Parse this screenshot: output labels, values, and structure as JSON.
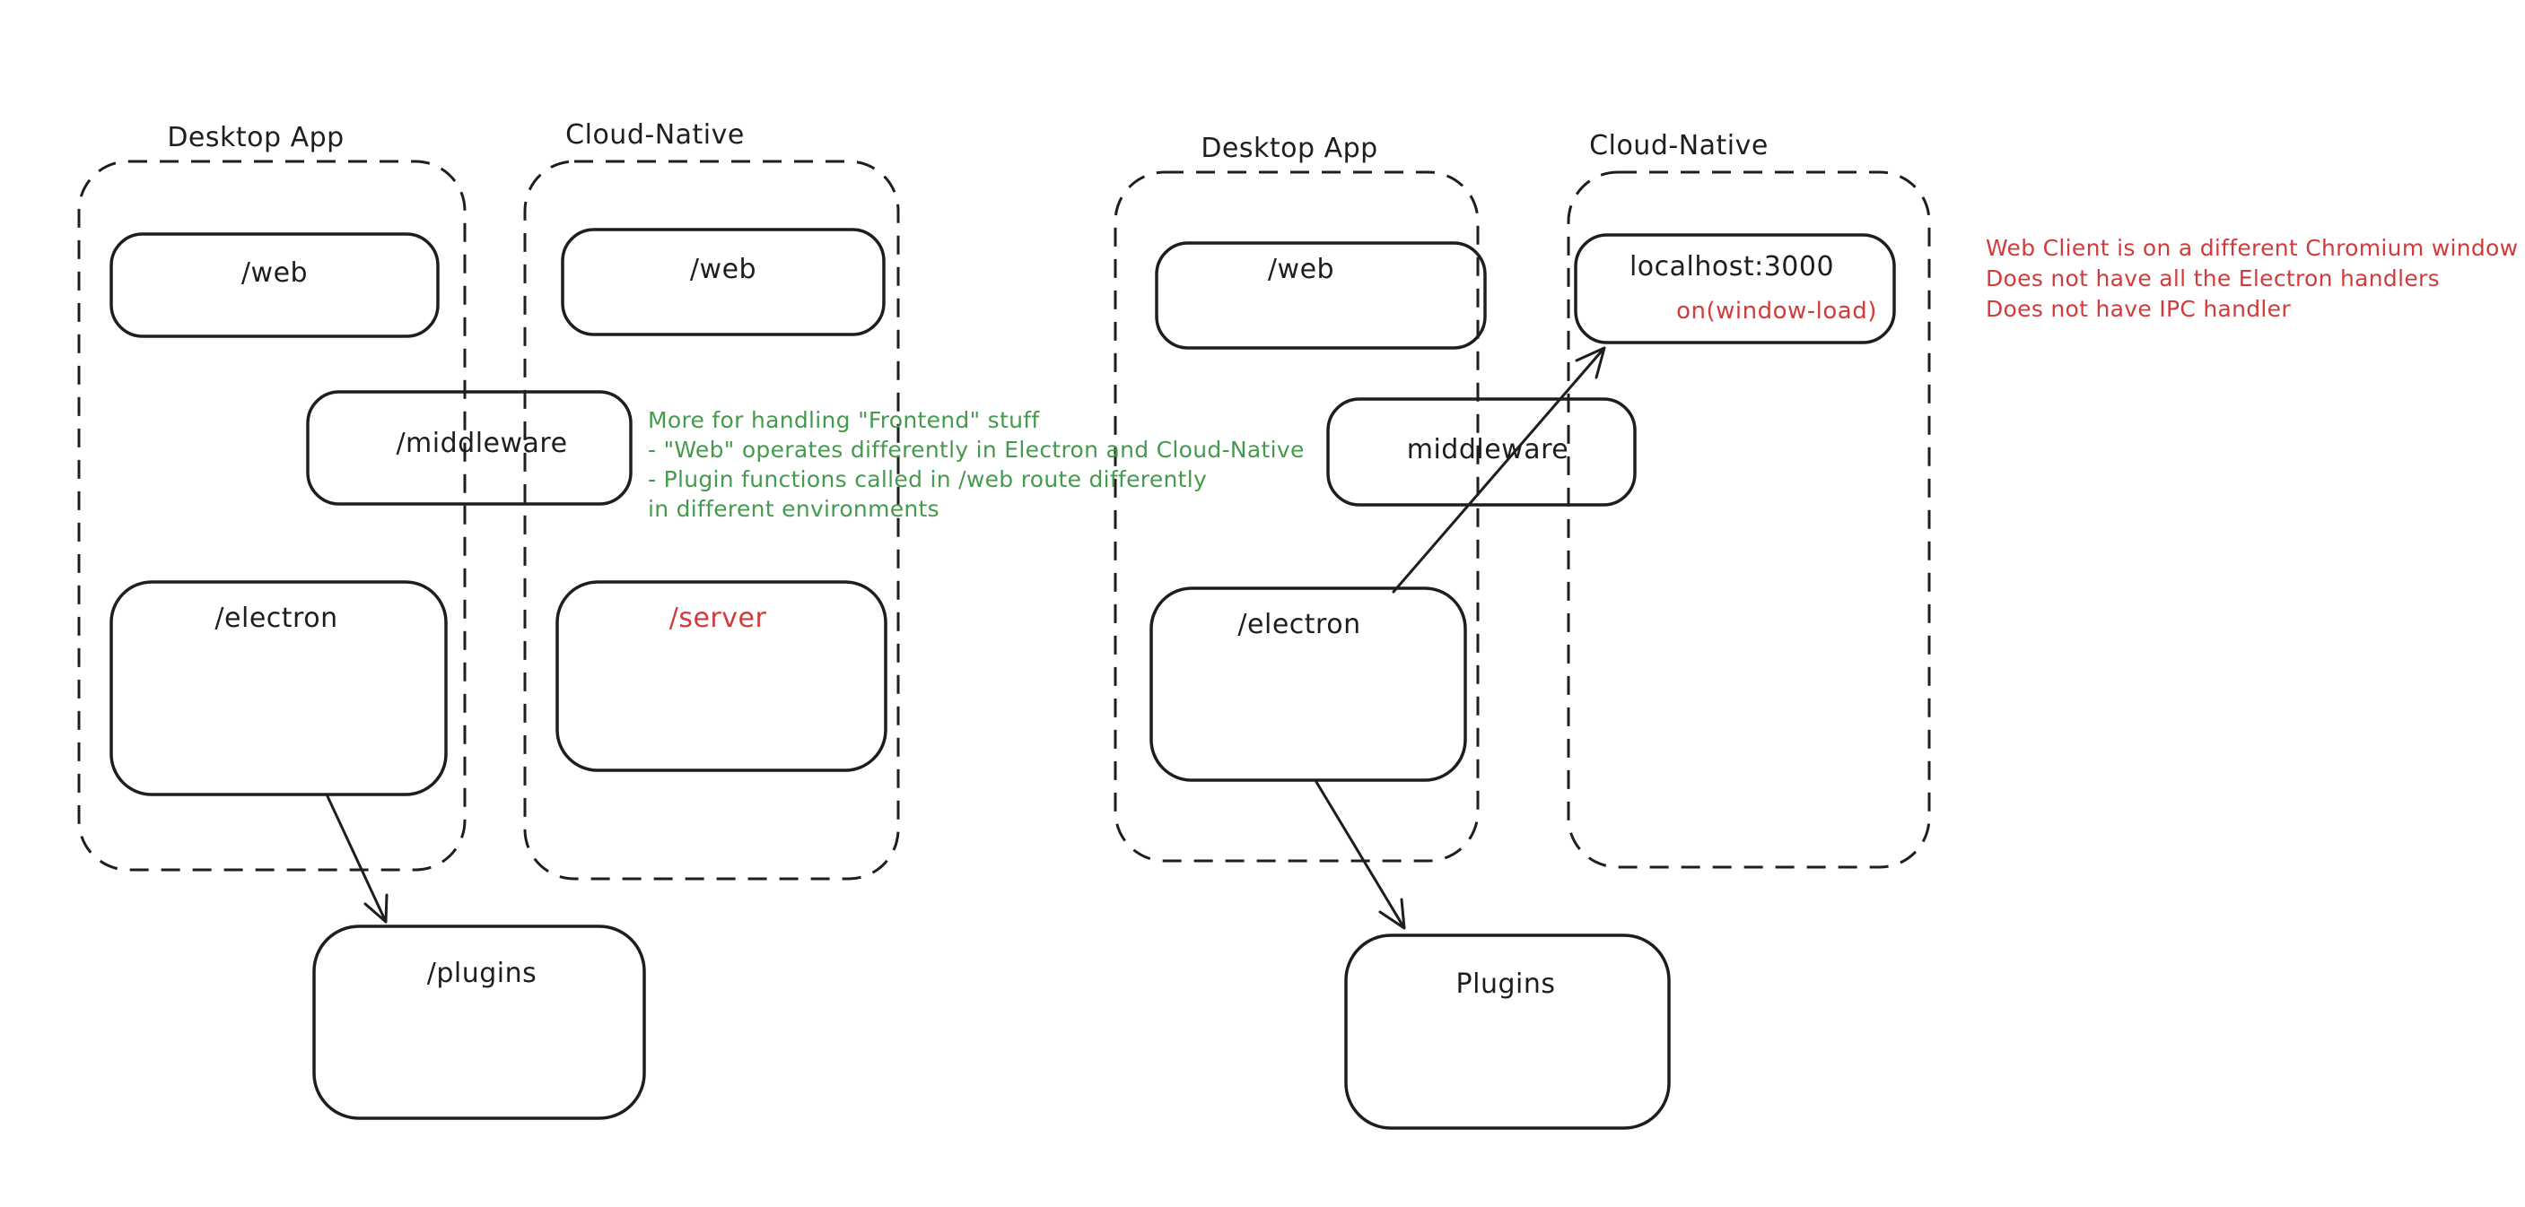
{
  "colors": {
    "ink": "#1e1e1e",
    "green": "#459a4e",
    "red": "#d13b3b",
    "bg": "#ffffff"
  },
  "panel_left": {
    "group_desktop_label": "Desktop App",
    "group_cloud_label": "Cloud-Native",
    "web_desktop": "/web",
    "web_cloud": "/web",
    "middleware": "/middleware",
    "electron": "/electron",
    "server": "/server",
    "plugins": "/plugins",
    "green_note_lines": [
      "More for handling \"Frontend\" stuff",
      "- \"Web\" operates differently in Electron and Cloud-Native",
      "- Plugin functions called in /web route differently",
      "in different environments"
    ]
  },
  "panel_right": {
    "group_desktop_label": "Desktop App",
    "group_cloud_label": "Cloud-Native",
    "web_desktop": "/web",
    "localhost_title": "localhost:3000",
    "localhost_event": "on(window-load)",
    "middleware": "middleware",
    "electron": "/electron",
    "plugins": "Plugins",
    "red_note_lines": [
      "Web Client is on a different Chromium window",
      "Does not have all the Electron handlers",
      "Does not have IPC handler"
    ]
  }
}
